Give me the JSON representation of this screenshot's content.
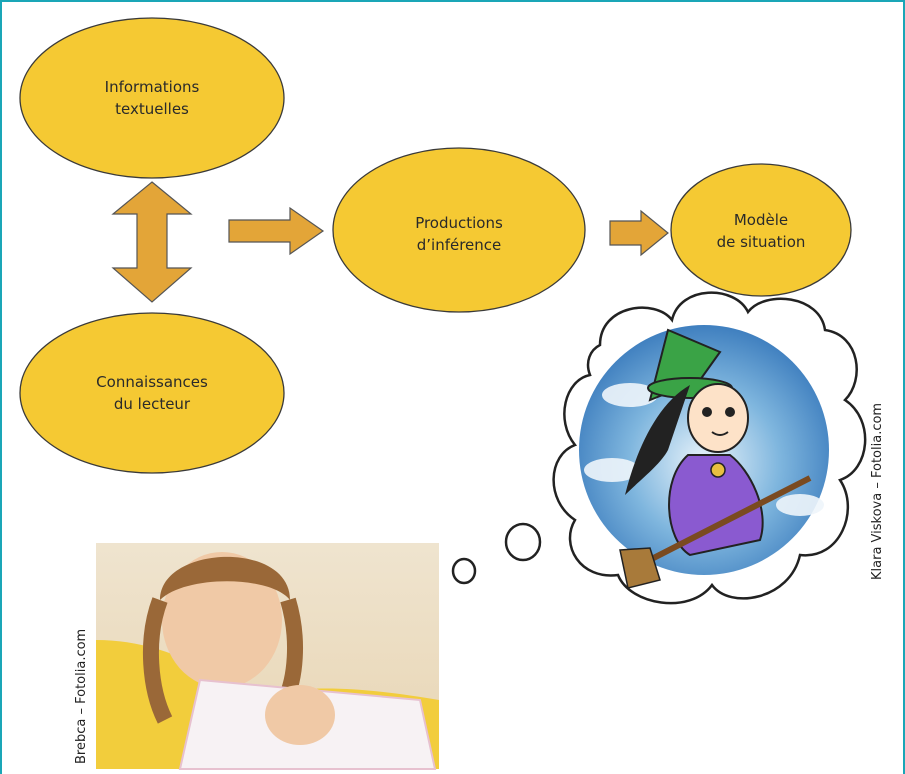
{
  "diagram": {
    "nodes": {
      "textual_info": {
        "line1": "Informations",
        "line2": "textuelles"
      },
      "reader_knowledge": {
        "line1": "Connaissances",
        "line2": "du lecteur"
      },
      "inference": {
        "line1": "Productions",
        "line2": "d’inférence"
      },
      "situation_model": {
        "line1": "Modèle",
        "line2": "de situation"
      }
    },
    "colors": {
      "node_fill": "#f5c933",
      "node_stroke": "#3a3a3a",
      "arrow_fill": "#e3a538",
      "arrow_stroke": "#555555",
      "frame": "#1aa6b7"
    }
  },
  "credits": {
    "witch_photo": "Klara Viskova – Fotolia.com",
    "girl_photo": "Brebca – Fotolia.com"
  }
}
